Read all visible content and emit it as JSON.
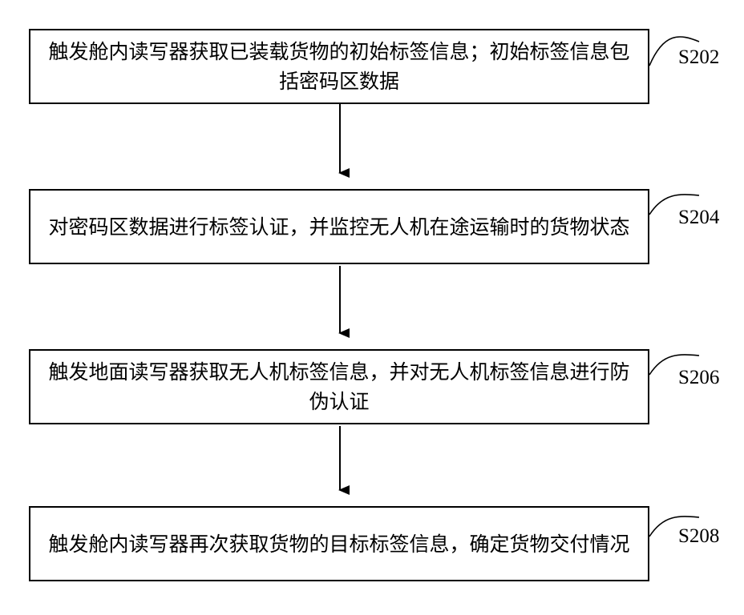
{
  "steps": [
    {
      "id": "S202",
      "text": "触发舱内读写器获取已装载货物的初始标签信息；初始标签信息包括密码区数据"
    },
    {
      "id": "S204",
      "text": "对密码区数据进行标签认证，并监控无人机在途运输时的货物状态"
    },
    {
      "id": "S206",
      "text": "触发地面读写器获取无人机标签信息，并对无人机标签信息进行防伪认证"
    },
    {
      "id": "S208",
      "text": "触发舱内读写器再次获取货物的目标标签信息，确定货物交付情况"
    }
  ]
}
